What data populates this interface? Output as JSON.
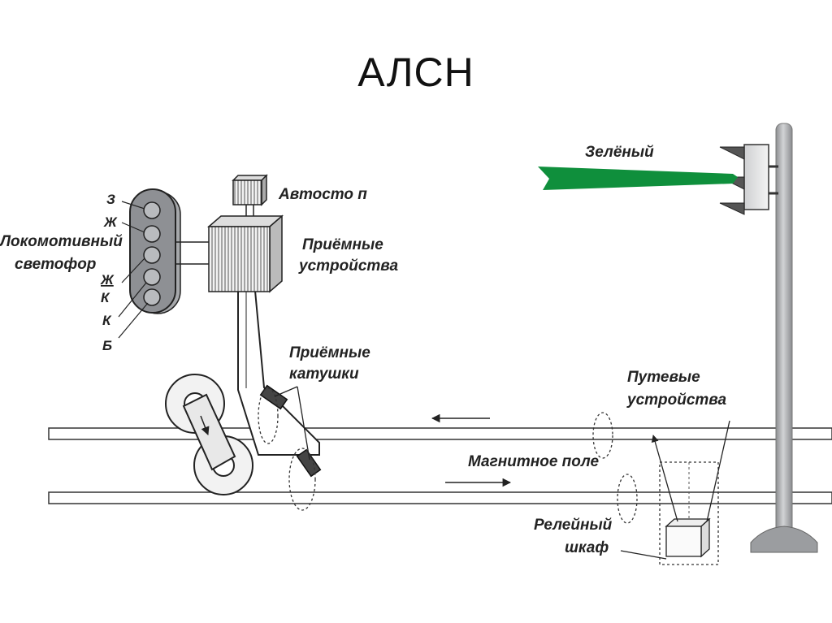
{
  "title": "АЛСН",
  "labels": {
    "signal_color": "Зелёный",
    "autostop": "Автосто п",
    "receivers_line1": "Приёмные",
    "receivers_line2": "устройства",
    "loco_signal_line1": "Локомотивный",
    "loco_signal_line2": "светофор",
    "coils_line1": "Приёмные",
    "coils_line2": "катушки",
    "track_devices_line1": "Путевые",
    "track_devices_line2": "устройства",
    "magnetic_field": "Магнитное поле",
    "relay_line1": "Релейный",
    "relay_line2": "шкаф"
  },
  "lamps": {
    "l1": "З",
    "l2": "Ж",
    "l3": "Ж",
    "l4": "К",
    "l5": "К",
    "l6": "Б"
  },
  "colors": {
    "beam_green": "#0f8f3c",
    "signal_mast": "#a7a9ac",
    "loco_signal_body": "#8e9094",
    "lamp_fill": "#b9bbbe"
  }
}
